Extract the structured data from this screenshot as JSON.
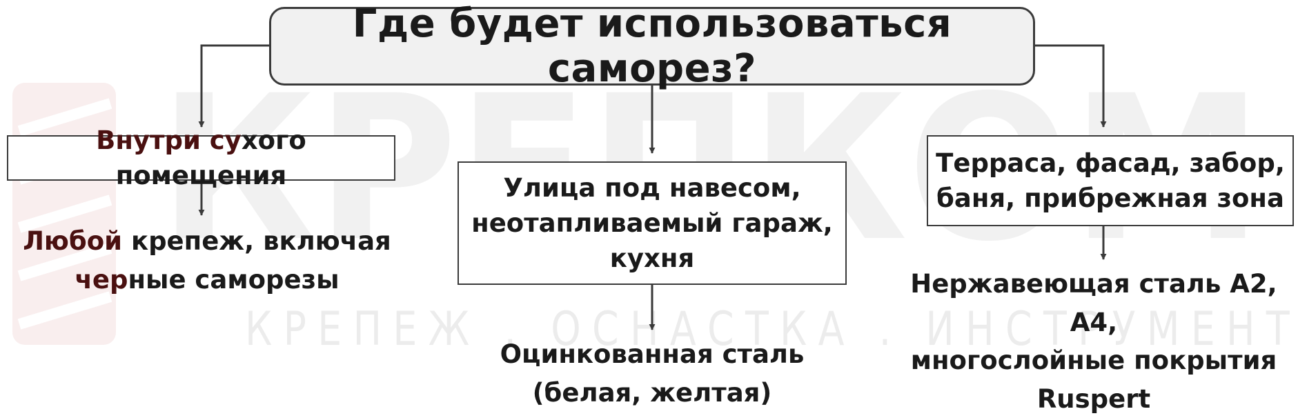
{
  "question": "Где будет использоваться саморез?",
  "watermark": {
    "brand": "КРЕПКОМ",
    "tagline": "КРЕПЕЖ . ОСНАСТКА . ИНСТРУМЕНТ"
  },
  "options": [
    {
      "condition_accent": "Внутри су",
      "condition_rest": "хого помещения"
    },
    {
      "condition_line1": "Улица под навесом,",
      "condition_line2": "неотапливаемый гараж,",
      "condition_line3": "кухня"
    },
    {
      "condition_line1": "Терраса, фасад, забор,",
      "condition_line2": "баня, прибрежная зона"
    }
  ],
  "results": [
    {
      "line1_accent": "Любой",
      "line1_rest": " крепеж, включая",
      "line2_accent": "чер",
      "line2_rest": "ные саморезы"
    },
    {
      "line1": "Оцинкованная сталь",
      "line2": "(белая, желтая)"
    },
    {
      "line1": "Нержавеющая сталь А2, А4,",
      "line2": "многослойные покрытия",
      "line3": "Ruspert"
    }
  ],
  "colors": {
    "text": "#1a1a1a",
    "accent": "#4a1010",
    "question_fill": "#f1f1f1",
    "border": "#3a3a3a",
    "watermark": "#f1f1f1"
  }
}
